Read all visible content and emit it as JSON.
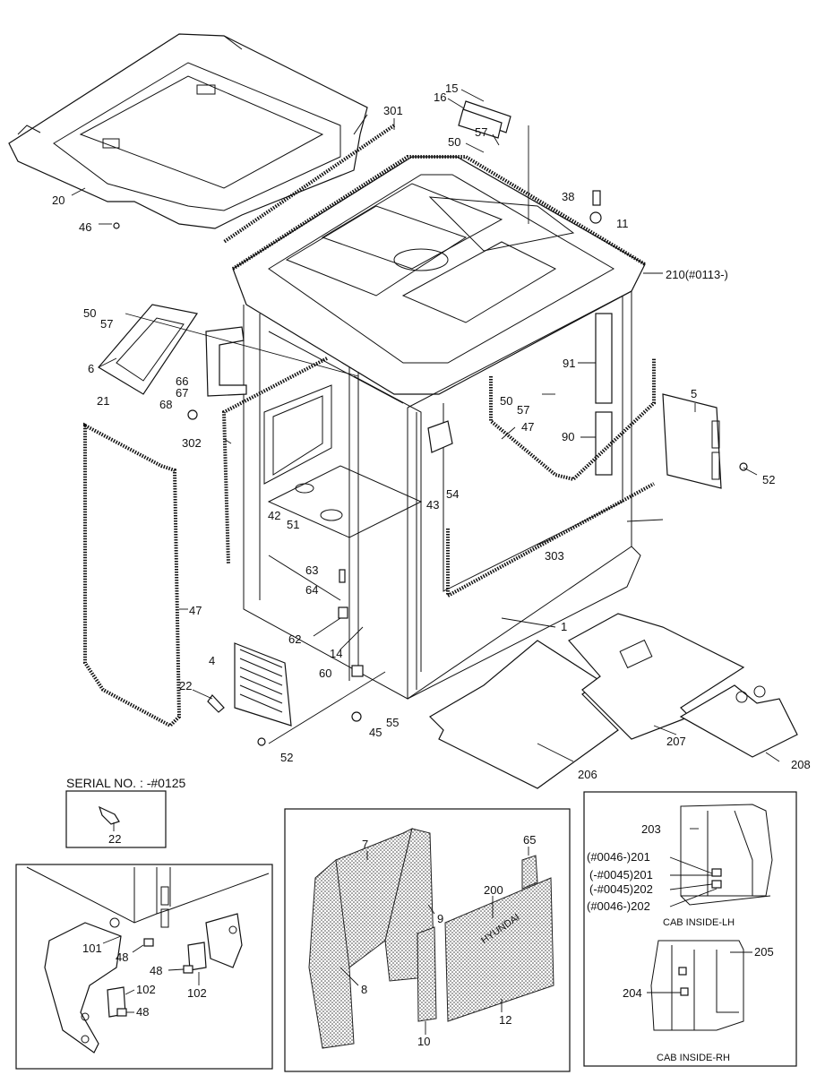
{
  "callouts": {
    "c301": "301",
    "c15": "15",
    "c16": "16",
    "c57a": "57",
    "c50a": "50",
    "c38": "38",
    "c11": "11",
    "c20": "20",
    "c46": "46",
    "c210": "210(#0113-)",
    "c50b": "50",
    "c57b": "57",
    "c6": "6",
    "c66": "66",
    "c67": "67",
    "c21": "21",
    "c68": "68",
    "c91": "91",
    "c50c": "50",
    "c57c": "57",
    "c5": "5",
    "c47a": "47",
    "c90": "90",
    "c52a": "52",
    "c302": "302",
    "c43": "43",
    "c54": "54",
    "c42": "42",
    "c51": "51",
    "c303": "303",
    "c63": "63",
    "c64": "64",
    "c47b": "47",
    "c62": "62",
    "c14": "14",
    "c1": "1",
    "c4": "4",
    "c60": "60",
    "c22a": "22",
    "c55": "55",
    "c45": "45",
    "c52b": "52",
    "c207": "207",
    "c208": "208",
    "c206": "206",
    "c22b": "22",
    "c7": "7",
    "c65": "65",
    "c200": "200",
    "c9": "9",
    "c8": "8",
    "c12": "12",
    "c10": "10",
    "c101": "101",
    "c48a": "48",
    "c48b": "48",
    "c102a": "102",
    "c102b": "102",
    "c48c": "48",
    "c203": "203",
    "c201a": "(#0046-)201",
    "c201b": "(-#0045)201",
    "c202a": "(-#0045)202",
    "c202b": "(#0046-)202",
    "c205": "205",
    "c204": "204"
  },
  "labels": {
    "serial_no": "SERIAL NO. : -#0125",
    "cab_inside_lh": "CAB INSIDE-LH",
    "cab_inside_rh": "CAB INSIDE-RH",
    "hyundai": "HYUNDAI"
  }
}
